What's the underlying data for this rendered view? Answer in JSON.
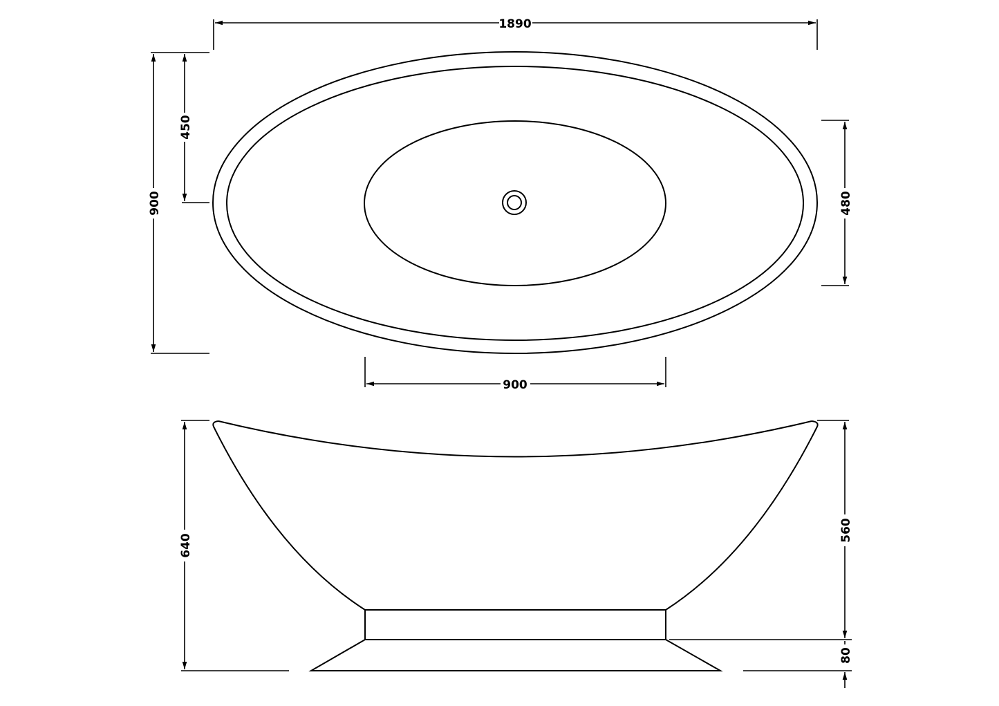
{
  "drawing": {
    "top_view": {
      "overall_length": "1890",
      "overall_width": "900",
      "half_width": "450",
      "basin_width": "480",
      "basin_length": "900"
    },
    "side_view": {
      "overall_height": "640",
      "body_height": "560",
      "plinth_height": "80"
    },
    "line_color": "#000000"
  }
}
